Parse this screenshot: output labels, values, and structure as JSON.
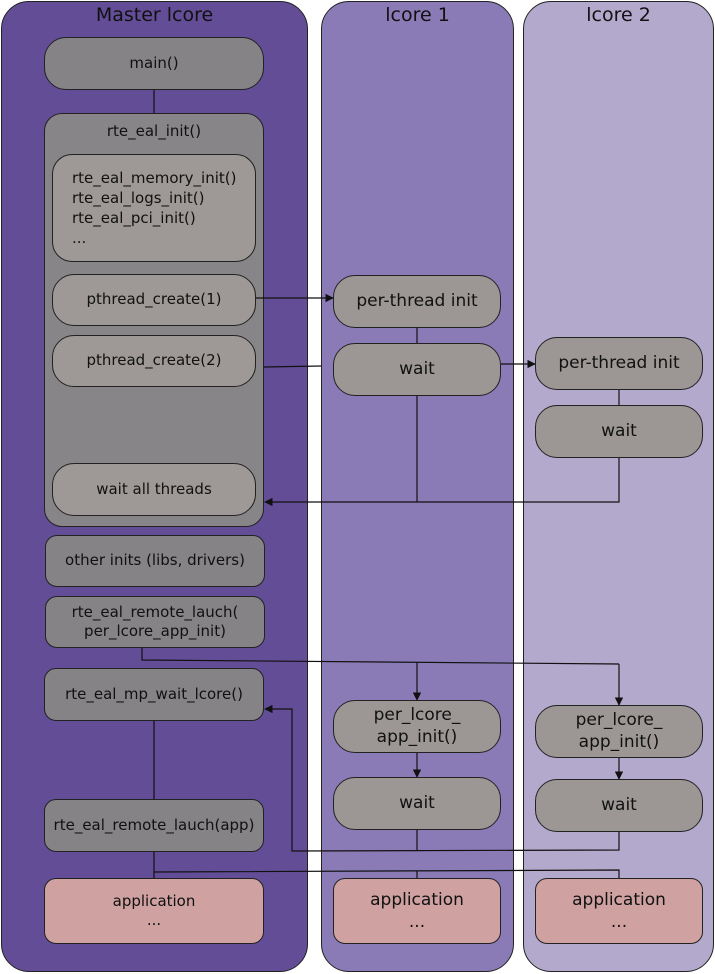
{
  "columns": {
    "master": "Master lcore",
    "lcore1": "lcore 1",
    "lcore2": "lcore 2"
  },
  "master": {
    "main": "main()",
    "eal_init": "rte_eal_init()",
    "eal_subinits": "rte_eal_memory_init()\nrte_eal_logs_init()\nrte_eal_pci_init()\n...",
    "pthread_create_1": "pthread_create(1)",
    "pthread_create_2": "pthread_create(2)",
    "wait_all_threads": "wait all threads",
    "other_inits": "other inits (libs, drivers)",
    "remote_launch_init": "rte_eal_remote_lauch(\nper_lcore_app_init)",
    "mp_wait_lcore": "rte_eal_mp_wait_lcore()",
    "remote_launch_app": "rte_eal_remote_lauch(app)",
    "application": "application\n..."
  },
  "lcore1": {
    "per_thread_init": "per-thread init",
    "wait_1": "wait",
    "per_lcore_app_init": "per_lcore_\napp_init()",
    "wait_2": "wait",
    "application": "application\n..."
  },
  "lcore2": {
    "per_thread_init": "per-thread init",
    "wait_1": "wait",
    "per_lcore_app_init": "per_lcore_\napp_init()",
    "wait_2": "wait",
    "application": "application\n..."
  },
  "colors": {
    "master_lane": "#634d97",
    "lcore1_lane": "#8a7bb7",
    "lcore2_lane": "#b3a9cd",
    "box_grey": "#9e9996",
    "application_pink": "#cfa1a1"
  }
}
